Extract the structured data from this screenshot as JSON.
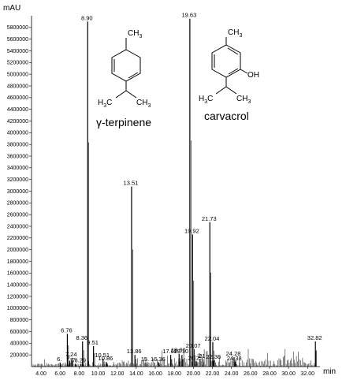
{
  "chart_data": {
    "type": "line",
    "title": "",
    "ylabel": "mAU",
    "xlabel": "min",
    "xlim": [
      3.0,
      33.3
    ],
    "ylim": [
      0,
      6000000
    ],
    "x_ticks": [
      "4.00",
      "6.00",
      "8.00",
      "10.00",
      "12.00",
      "14.00",
      "16.00",
      "18.00",
      "20.00",
      "22.00",
      "24.00",
      "26.00",
      "28.00",
      "30.00",
      "32.00"
    ],
    "y_ticks": [
      "200000",
      "400000",
      "600000",
      "800000",
      "1000000",
      "1200000",
      "1400000",
      "1600000",
      "1800000",
      "2000000",
      "2200000",
      "2400000",
      "2600000",
      "2800000",
      "3000000",
      "3200000",
      "3400000",
      "3600000",
      "3800000",
      "4000000",
      "4200000",
      "4400000",
      "4600000",
      "4800000",
      "5000000",
      "5200000",
      "5400000",
      "5600000",
      "5800000"
    ],
    "peaks": [
      {
        "rt": 6.0,
        "label": "6.",
        "height": 70000
      },
      {
        "rt": 6.76,
        "label": "6.76",
        "height": 560000
      },
      {
        "rt": 7.0,
        "label": "3.",
        "height": 100000
      },
      {
        "rt": 7.24,
        "label": "7.24",
        "height": 150000
      },
      {
        "rt": 7.6,
        "label": "7.",
        "height": 50000
      },
      {
        "rt": 8.2,
        "label": "8.29",
        "height": 50000
      },
      {
        "rt": 8.36,
        "label": "8.36",
        "height": 430000
      },
      {
        "rt": 8.9,
        "label": "8.90",
        "height": 5900000
      },
      {
        "rt": 9.51,
        "label": "9.51",
        "height": 350000
      },
      {
        "rt": 10.51,
        "label": "10.51",
        "height": 135000
      },
      {
        "rt": 10.86,
        "label": "10.86",
        "height": 80000
      },
      {
        "rt": 13.51,
        "label": "13.51",
        "height": 3080000
      },
      {
        "rt": 13.86,
        "label": "13.86",
        "height": 200000
      },
      {
        "rt": 15.0,
        "label": "15.",
        "height": 70000
      },
      {
        "rt": 16.36,
        "label": "16.36",
        "height": 70000
      },
      {
        "rt": 17.62,
        "label": "17.62",
        "height": 200000
      },
      {
        "rt": 18.5,
        "label": "18.80",
        "height": 220000
      },
      {
        "rt": 18.8,
        "label": "19.10",
        "height": 200000
      },
      {
        "rt": 19.63,
        "label": "19.63",
        "height": 5950000
      },
      {
        "rt": 19.92,
        "label": "19.92",
        "height": 2260000
      },
      {
        "rt": 20.07,
        "label": "20.07",
        "height": 300000
      },
      {
        "rt": 20.3,
        "label": "20.23",
        "height": 90000
      },
      {
        "rt": 20.7,
        "label": "2",
        "height": 130000
      },
      {
        "rt": 21.0,
        "label": "21",
        "height": 120000
      },
      {
        "rt": 21.73,
        "label": "21.73",
        "height": 2470000
      },
      {
        "rt": 22.04,
        "label": "22.04",
        "height": 420000
      },
      {
        "rt": 22.2,
        "label": "22.36",
        "height": 110000
      },
      {
        "rt": 24.28,
        "label": "24.28",
        "height": 160000
      },
      {
        "rt": 24.38,
        "label": "24.38",
        "height": 80000
      },
      {
        "rt": 32.82,
        "label": "32.82",
        "height": 430000
      }
    ]
  },
  "structures": {
    "left": {
      "name": "γ-terpinene",
      "ch3_top": "CH",
      "h3c_left": "H",
      "ch3_right": "CH",
      "sub3": "3",
      "c": "C"
    },
    "right": {
      "name": "carvacrol",
      "ch3_top": "CH",
      "oh": "OH",
      "h3c_left": "H",
      "ch3_right": "CH",
      "sub3": "3",
      "c": "C"
    }
  }
}
